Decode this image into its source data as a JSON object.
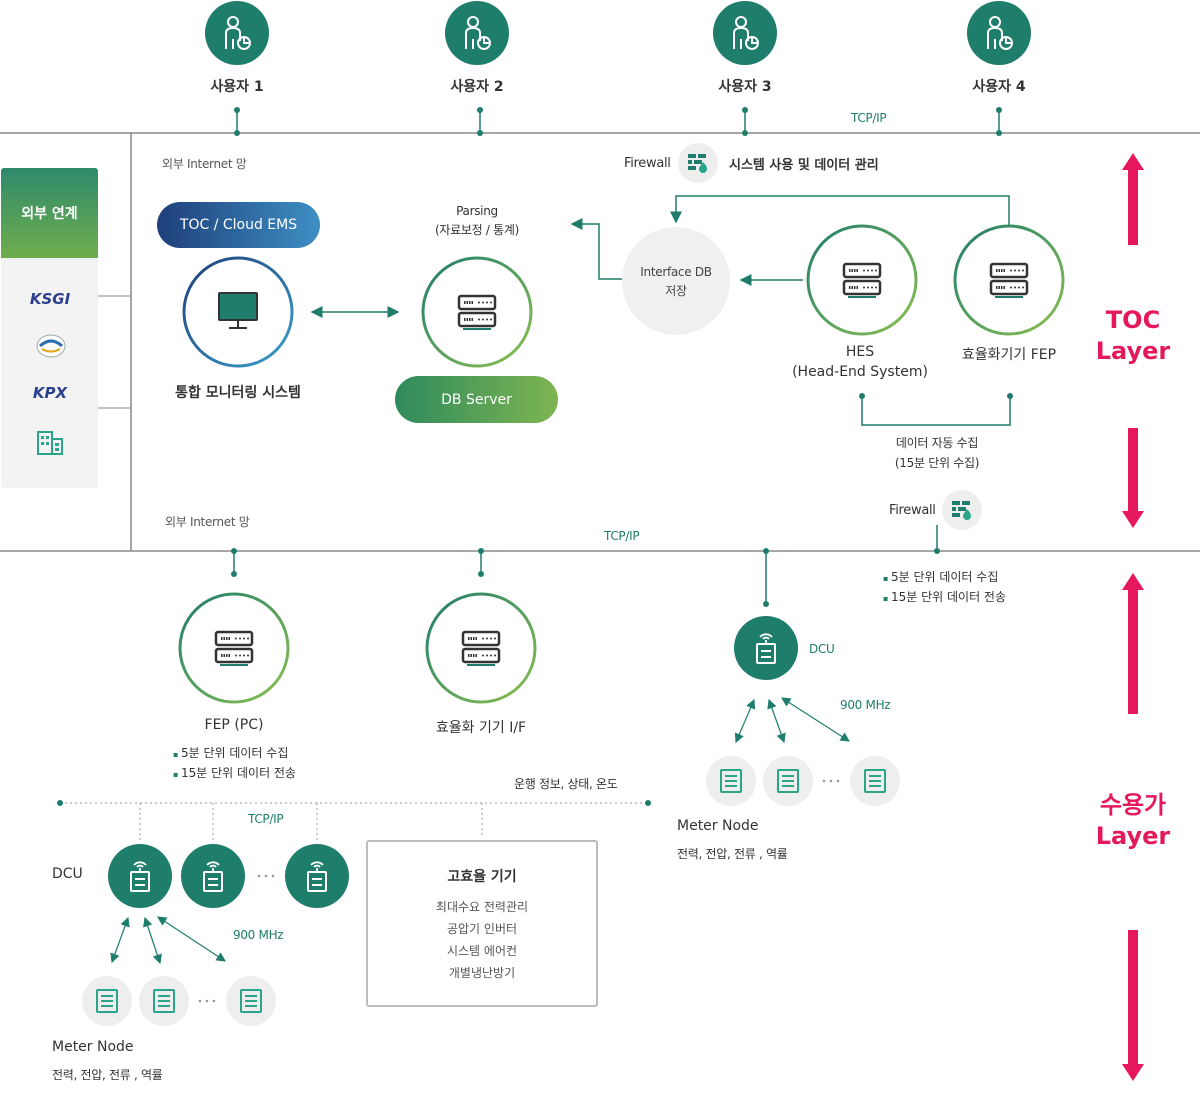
{
  "users": [
    {
      "label": "사용자 1"
    },
    {
      "label": "사용자 2"
    },
    {
      "label": "사용자 3"
    },
    {
      "label": "사용자 4"
    }
  ],
  "network": {
    "tcpip_top": "TCP/IP",
    "tcpip_mid": "TCP/IP",
    "tcpip_bottom": "TCP/IP",
    "internet_top": "외부 Internet 망",
    "internet_bottom": "외부 Internet 망",
    "firewall_top": "Firewall",
    "firewall_mid": "Firewall"
  },
  "external": {
    "title": "외부 연계",
    "logo1": "KSGI",
    "logo3": "KPX"
  },
  "toc": {
    "system_usage": "시스템 사용 및 데이터 관리",
    "toc_cloud": "TOC / Cloud EMS",
    "monitoring": "통합 모니터링 시스템",
    "parsing_line1": "Parsing",
    "parsing_line2": "(자료보정 / 통계)",
    "db_server": "DB Server",
    "interface_line1": "Interface DB",
    "interface_line2": "저장",
    "hes_line1": "HES",
    "hes_line2": "(Head-End System)",
    "fep": "효율화기기 FEP",
    "auto_collect_line1": "데이터 자동 수집",
    "auto_collect_line2": "(15분 단위 수집)"
  },
  "consumer": {
    "bullet_right_1": "5분 단위 데이터 수집",
    "bullet_right_2": "15분 단위 데이터 전송",
    "fep_pc": "FEP (PC)",
    "bullet_left_1": "5분 단위 데이터 수집",
    "bullet_left_2": "15분 단위 데이터 전송",
    "device_if": "효율화 기기 I/F",
    "dcu_right": "DCU",
    "mhz_right": "900 MHz",
    "meter_node_right": "Meter Node",
    "meter_sub_right": "전력, 전압, 전류 , 역률",
    "op_info": "운행 정보, 상태, 온도",
    "dcu_left": "DCU",
    "mhz_left": "900 MHz",
    "meter_node_left": "Meter Node",
    "meter_sub_left": "전력, 전압, 전류 , 역률",
    "high_eff_title": "고효율 기기",
    "high_eff_items": [
      "최대수요 전력관리",
      "공압기 인버터",
      "시스템 에어컨",
      "개별냉난방기"
    ]
  },
  "layers": {
    "toc_1": "TOC",
    "toc_2": "Layer",
    "consumer_1": "수용가",
    "consumer_2": "Layer"
  },
  "colors": {
    "teal": "#1f7d6b",
    "green": "#5aa95a",
    "navy": "#2a4f8a",
    "accent": "#e5185b"
  }
}
